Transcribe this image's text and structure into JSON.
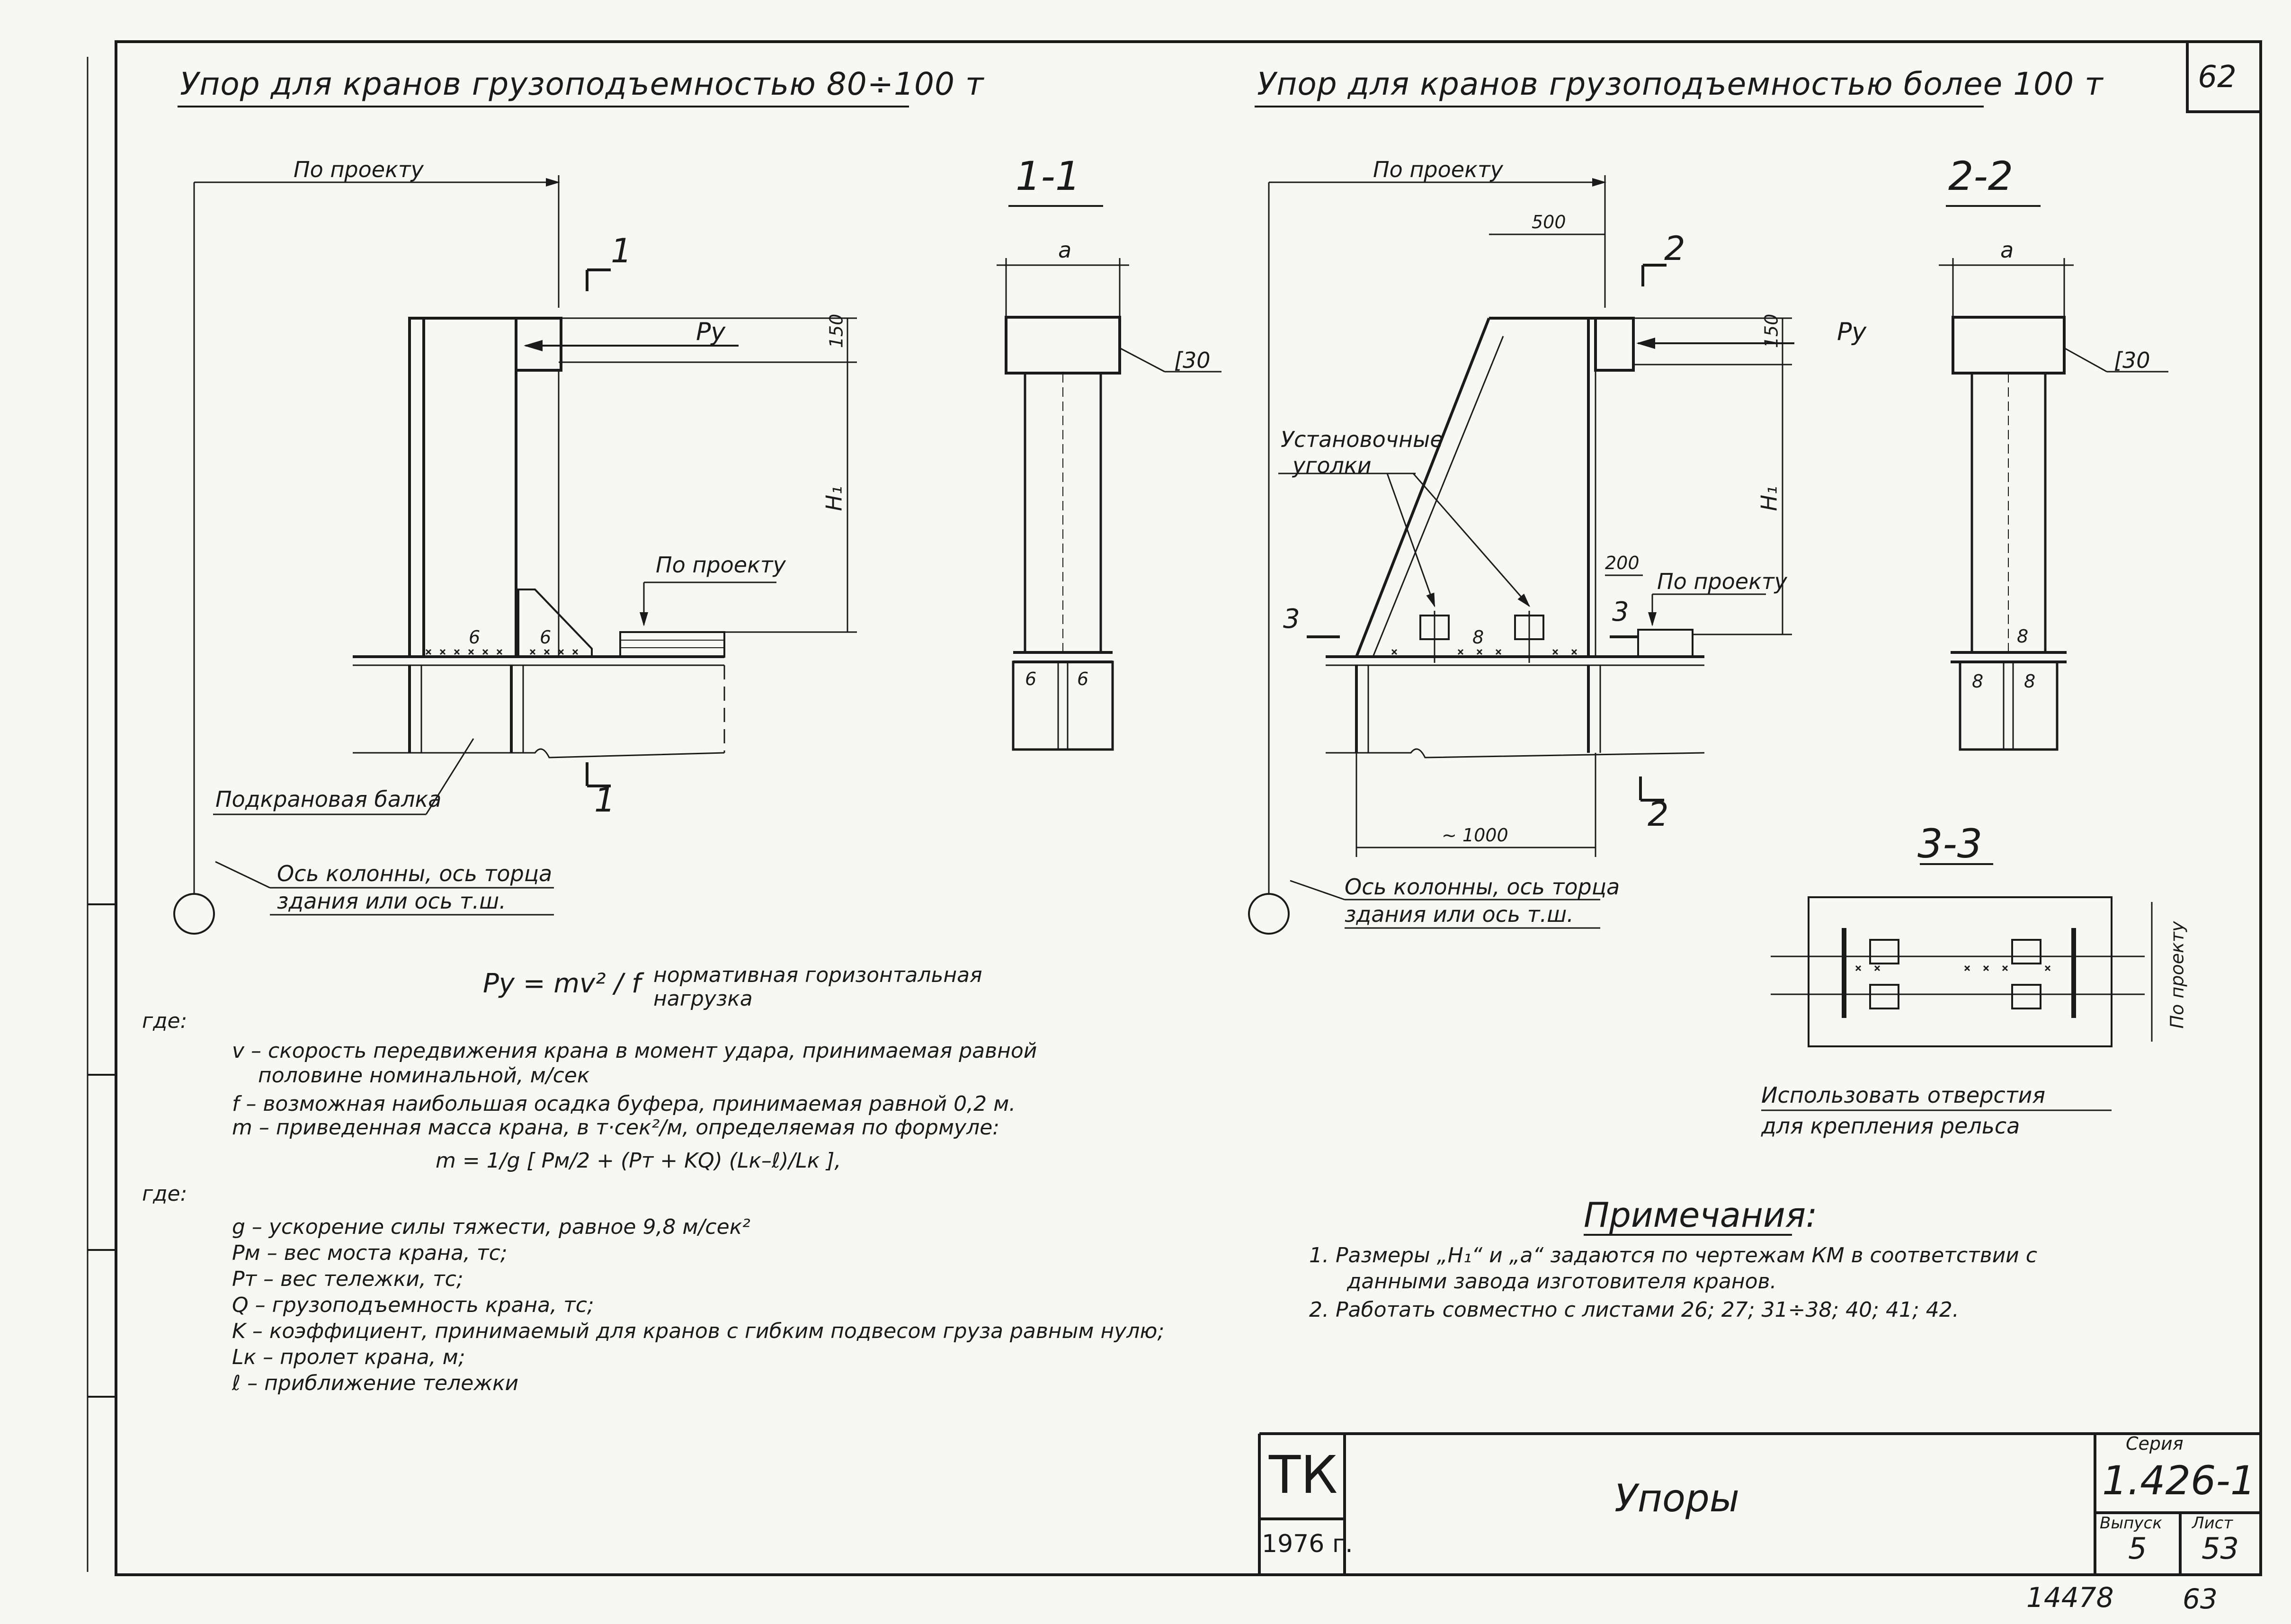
{
  "sheet_number": "62",
  "left": {
    "title": "Упор для кранов грузоподъемностью 80÷100 т",
    "dim_project": "По проекту",
    "section_label": "1-1",
    "cut_label": "1",
    "force": "Pу",
    "dim_150": "150",
    "dim_h1": "H₁",
    "dim_a": "a",
    "channel": "[30",
    "weld_6": "6",
    "rail_level": "По проекту",
    "beam_label": "Подкрановая балка",
    "axis_label_1": "Ось колонны, ось торца",
    "axis_label_2": "здания или ось т.ш."
  },
  "right": {
    "title": "Упор для кранов грузоподъемностью более 100 т",
    "dim_project": "По проекту",
    "dim_500": "500",
    "section_label": "2-2",
    "cut_label": "2",
    "cut3_label": "3",
    "force": "Pу",
    "dim_150": "150",
    "dim_h1": "H₁",
    "dim_a": "a",
    "channel": "[30",
    "weld_8": "8",
    "angles_1": "Установочные",
    "angles_2": "уголки",
    "dim_200": "200",
    "rail_level": "По проекту",
    "dim_1000": "~ 1000",
    "axis_label_1": "Ось колонны, ось торца",
    "axis_label_2": "здания или ось т.ш.",
    "section3": "3-3",
    "section3_dim": "По проекту",
    "holes_1": "Использовать отверстия",
    "holes_2": "для крепления рельса"
  },
  "formula": {
    "main": "Pу = mv² / f",
    "main_note_1": "нормативная горизонтальная",
    "main_note_2": "нагрузка",
    "where_1": "где:",
    "v_1": "v – скорость передвижения крана в момент удара, принимаемая равной",
    "v_2": "половине номинальной, м/сек",
    "f": "f – возможная наибольшая осадка буфера, принимаемая равной 0,2 м.",
    "m": "m – приведенная масса крана, в т·сек²/м, определяемая по формуле:",
    "m_formula": "m = 1/g [ Pм/2 + (Pт + KQ) (Lк–ℓ)/Lк ],",
    "where_2": "где:",
    "g": "g – ускорение силы тяжести, равное 9,8 м/сек²",
    "pm": "Pм – вес моста крана, тс;",
    "pt": "Pт – вес тележки, тс;",
    "q": "Q – грузоподъемность крана, тс;",
    "k": "K – коэффициент, принимаемый для кранов с гибким подвесом груза равным нулю;",
    "lk": "Lк – пролет крана, м;",
    "l": "ℓ – приближение тележки"
  },
  "notes": {
    "title": "Примечания:",
    "n1_a": "1. Размеры „H₁“ и „a“ задаются по чертежам КМ в соответствии с",
    "n1_b": "данными завода изготовителя кранов.",
    "n2": "2. Работать совместно с листами 26; 27; 31÷38; 40; 41; 42."
  },
  "title_block": {
    "org": "ТК",
    "year": "1976 г.",
    "name": "Упоры",
    "series_label": "Серия",
    "series": "1.426-1",
    "issue_label": "Выпуск",
    "issue": "5",
    "sheet_label": "Лист",
    "sheet": "53"
  },
  "archive_number": "14478",
  "archive_page": "63"
}
